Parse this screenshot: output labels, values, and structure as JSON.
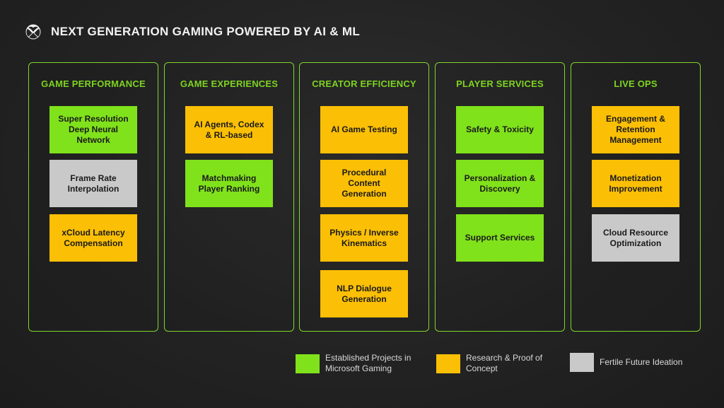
{
  "header": {
    "title": "NEXT GENERATION GAMING POWERED BY AI & ML",
    "logo_icon": "xbox-logo-icon"
  },
  "colors": {
    "established": "#80e21b",
    "research": "#fbbf05",
    "future": "#c9c9c9",
    "accent": "#7ed321"
  },
  "columns": [
    {
      "title": "GAME PERFORMANCE",
      "cards": [
        {
          "label": "Super Resolution\nDeep Neural\nNetwork",
          "status": "established"
        },
        {
          "label": "Frame Rate\nInterpolation",
          "status": "future"
        },
        {
          "label": "xCloud Latency\nCompensation",
          "status": "research"
        }
      ]
    },
    {
      "title": "GAME EXPERIENCES",
      "cards": [
        {
          "label": "AI Agents, Codex\n& RL-based",
          "status": "research"
        },
        {
          "label": "Matchmaking\nPlayer Ranking",
          "status": "established"
        }
      ]
    },
    {
      "title": "CREATOR EFFICIENCY",
      "cards": [
        {
          "label": "AI Game Testing",
          "status": "research"
        },
        {
          "label": "Procedural\nContent\nGeneration",
          "status": "research"
        },
        {
          "label": "Physics / Inverse\nKinematics",
          "status": "research"
        },
        {
          "label": "NLP Dialogue\nGeneration",
          "status": "research"
        }
      ]
    },
    {
      "title": "PLAYER SERVICES",
      "cards": [
        {
          "label": "Safety & Toxicity",
          "status": "established"
        },
        {
          "label": "Personalization &\nDiscovery",
          "status": "established"
        },
        {
          "label": "Support Services",
          "status": "established"
        }
      ]
    },
    {
      "title": "LIVE OPS",
      "cards": [
        {
          "label": "Engagement &\nRetention\nManagement",
          "status": "research"
        },
        {
          "label": "Monetization\nImprovement",
          "status": "research"
        },
        {
          "label": "Cloud Resource\nOptimization",
          "status": "future"
        }
      ]
    }
  ],
  "legend": [
    {
      "label": "Established Projects in\nMicrosoft Gaming",
      "status": "established"
    },
    {
      "label": "Research & Proof of\nConcept",
      "status": "research"
    },
    {
      "label": "Fertile Future Ideation",
      "status": "future"
    }
  ]
}
